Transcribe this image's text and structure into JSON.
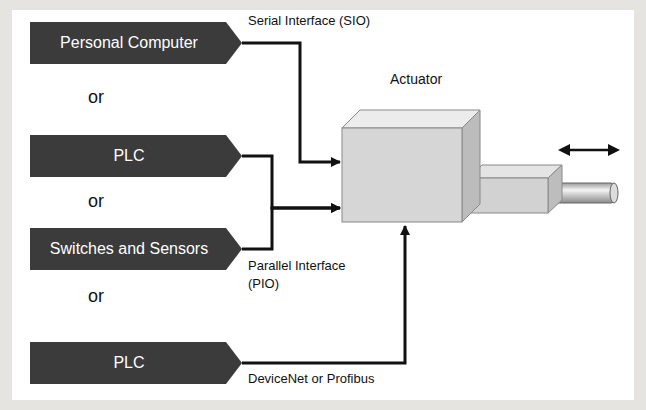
{
  "diagram": {
    "nodes": [
      {
        "text": [
          "Personal Computer"
        ]
      },
      {
        "text": [
          "PLC"
        ]
      },
      {
        "text": [
          "Switches and Sensors"
        ]
      },
      {
        "text": [
          "PLC"
        ]
      },
      {
        "text": [
          "Actuator"
        ]
      }
    ],
    "edges": [
      {
        "from": 0,
        "to": 4,
        "arrow": "to",
        "label": "Serial Interface (SIO)"
      },
      {
        "from": 1,
        "to": 4,
        "arrow": "to"
      },
      {
        "from": 2,
        "to": 4,
        "arrow": "to",
        "label": "Parallel Interface (PIO)"
      },
      {
        "from": 3,
        "to": 4,
        "arrow": "to",
        "label": "DeviceNet or Profibus"
      }
    ],
    "labels": [
      "or",
      "or",
      "or"
    ]
  }
}
